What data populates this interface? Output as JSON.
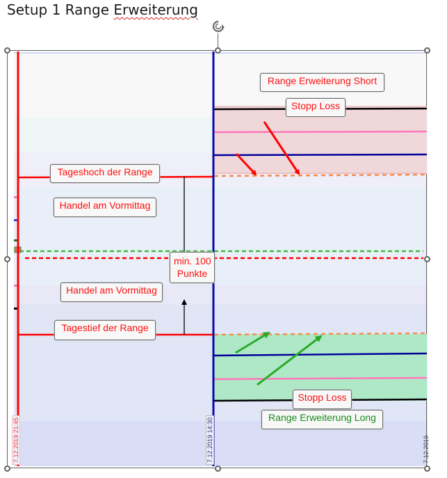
{
  "document": {
    "title_prefix": "Setup 1 Range ",
    "title_misspelled_word": "Erweiterung"
  },
  "colors": {
    "range_line": "#ff0000",
    "session_line": "#0000aa",
    "stop_loss_line": "#000000",
    "pink_line": "#ff77bb",
    "orange_dashed": "#f78c4b",
    "green_dashed": "#3cba3c",
    "red_dashed": "#ff0000",
    "short_zone": "#f1d6d9",
    "long_zone": "#afe9c9",
    "arrow_short": "#ff0000",
    "arrow_long": "#2aaa2a",
    "label_text_red": "#ff1010",
    "label_text_green": "#1a8a1a"
  },
  "labels": {
    "range_extension_short": "Range Erweiterung Short",
    "stop_loss_short": "Stopp Loss",
    "day_high": "Tageshoch der Range",
    "morning_trading_1": "Handel am Vormittag",
    "min_points_line1": "min. 100",
    "min_points_line2": "Punkte",
    "morning_trading_2": "Handel am Vormittag",
    "day_low": "Tagestief der Range",
    "stop_loss_long": "Stopp Loss",
    "range_extension_long": "Range Erweiterung Long"
  },
  "axis": {
    "time_label_left": "7.12.2019 21:45",
    "time_label_mid": "7.12.2019 14:30",
    "time_label_right": "7.12.2019"
  },
  "icons": {
    "rotate_handle": "rotate-icon"
  }
}
